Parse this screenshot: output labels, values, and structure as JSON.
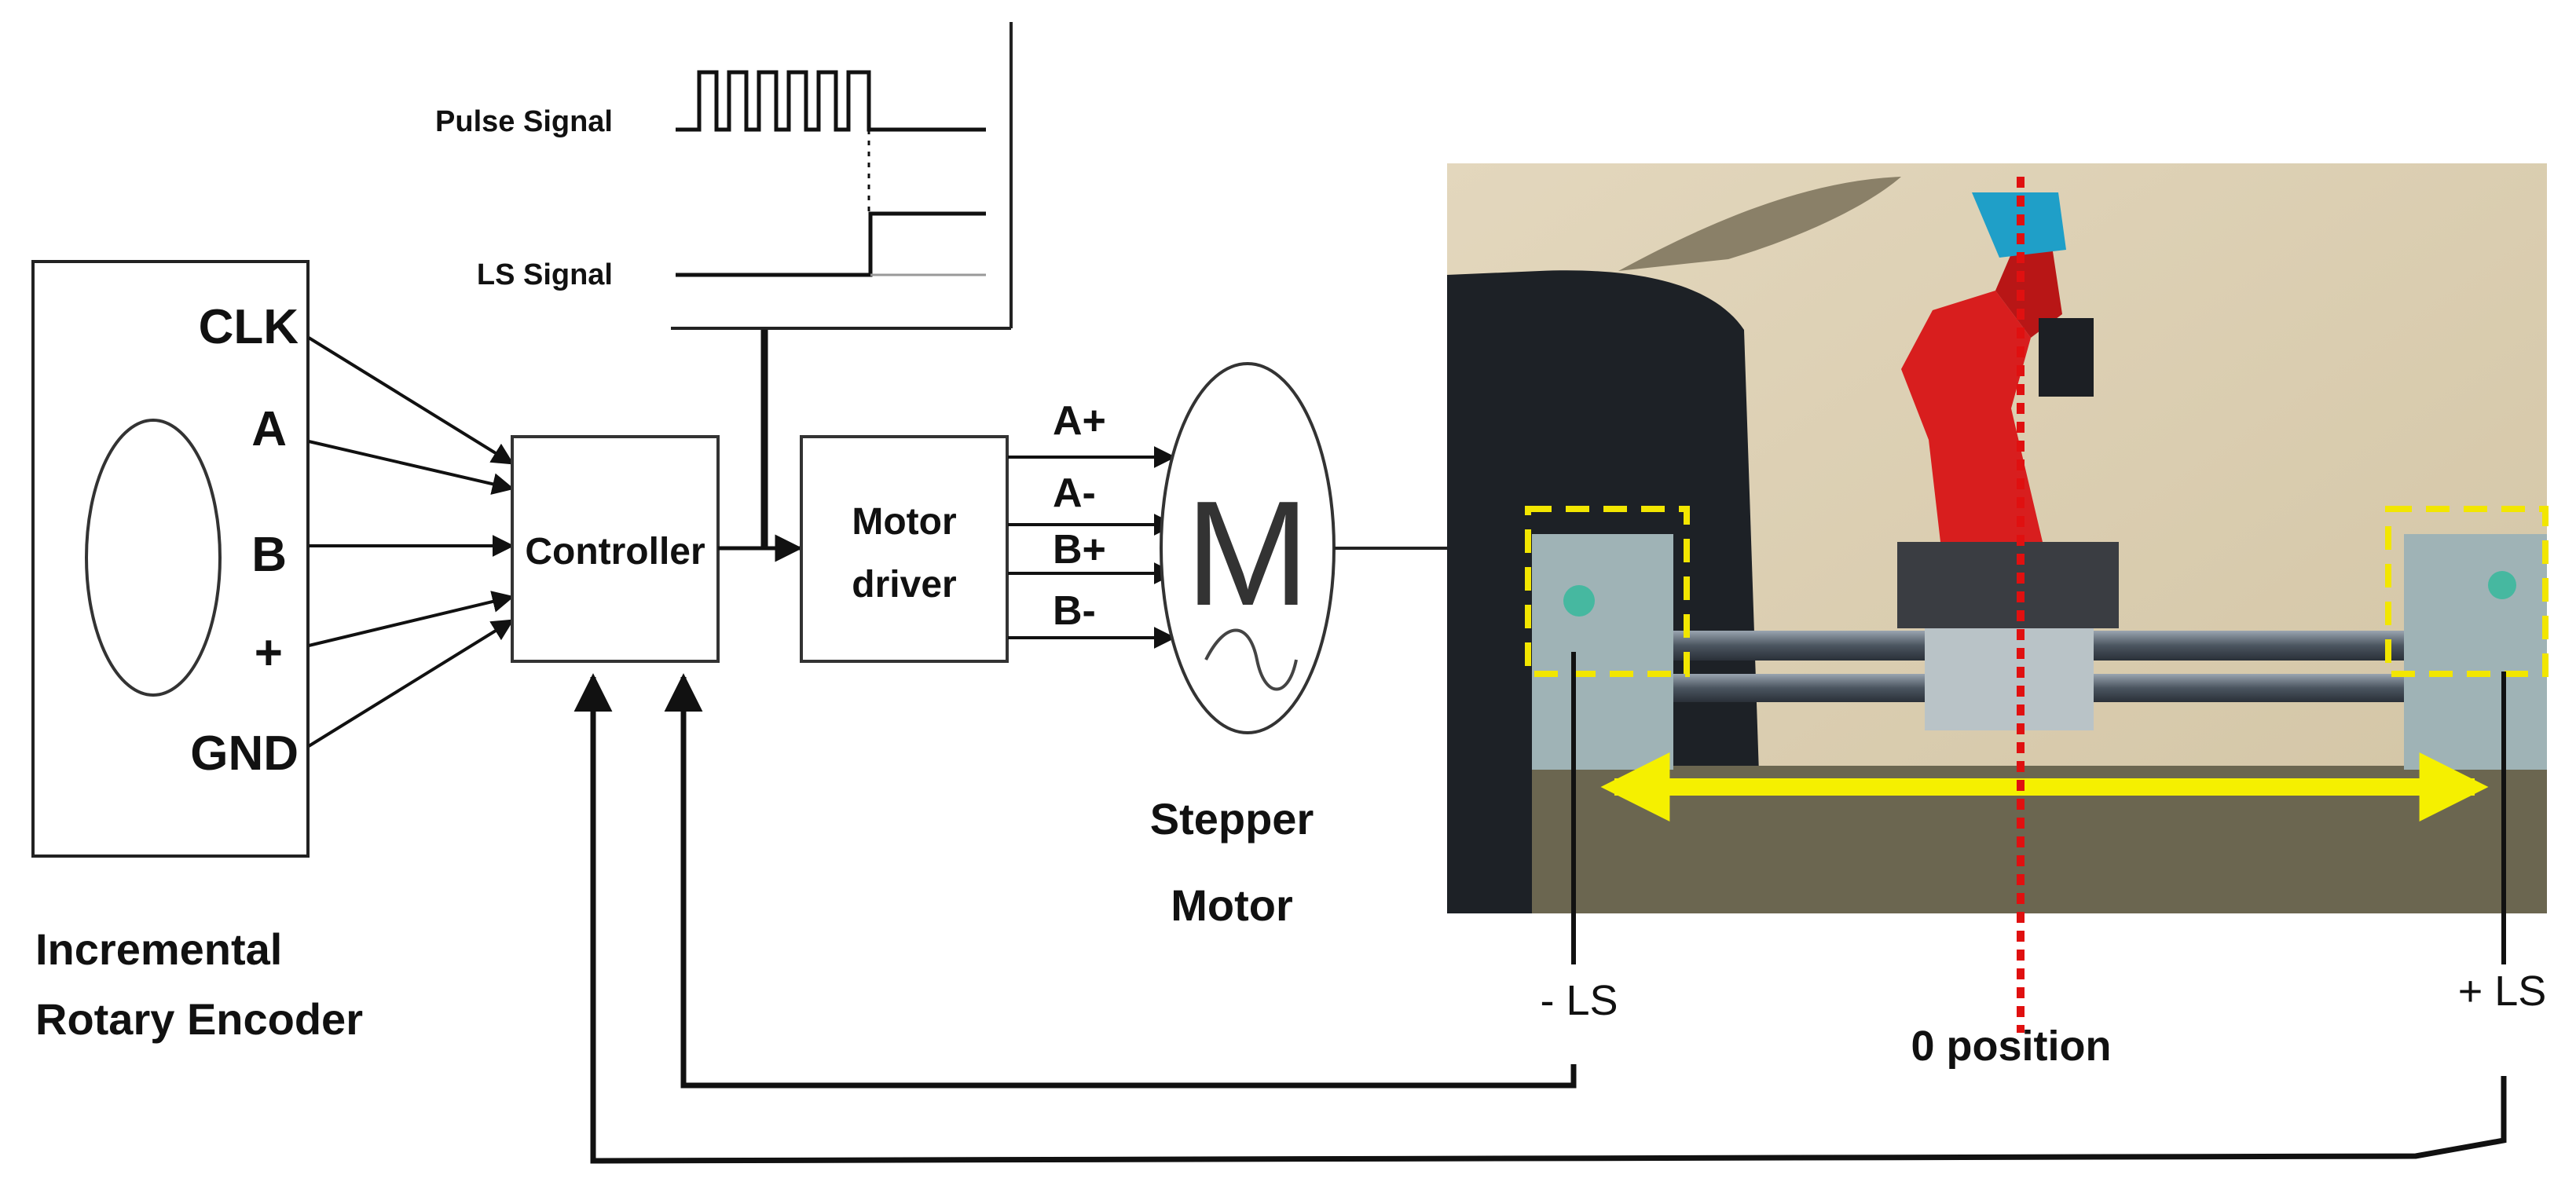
{
  "encoder": {
    "pins": [
      "CLK",
      "A",
      "B",
      "+",
      "GND"
    ],
    "caption_line1": "Incremental",
    "caption_line2": "Rotary Encoder"
  },
  "controller": {
    "label": "Controller"
  },
  "driver": {
    "label_line1": "Motor",
    "label_line2": "driver"
  },
  "driver_outputs": [
    "A+",
    "A-",
    "B+",
    "B-"
  ],
  "motor": {
    "symbol": "M",
    "caption_line1": "Stepper",
    "caption_line2": "Motor"
  },
  "signals": {
    "pulse_label": "Pulse Signal",
    "ls_label": "LS Signal"
  },
  "photo": {
    "neg_limit_label": "- LS",
    "pos_limit_label": "+ LS",
    "zero_label": "0 position"
  },
  "colors": {
    "line": "#111111",
    "limit_box": "#f2e600",
    "travel_arrow": "#f5f000",
    "zero_line": "#e01010",
    "arm_red": "#d81e1e",
    "arm_cap": "#1f9fc8",
    "wall": "#d9cdb0"
  }
}
